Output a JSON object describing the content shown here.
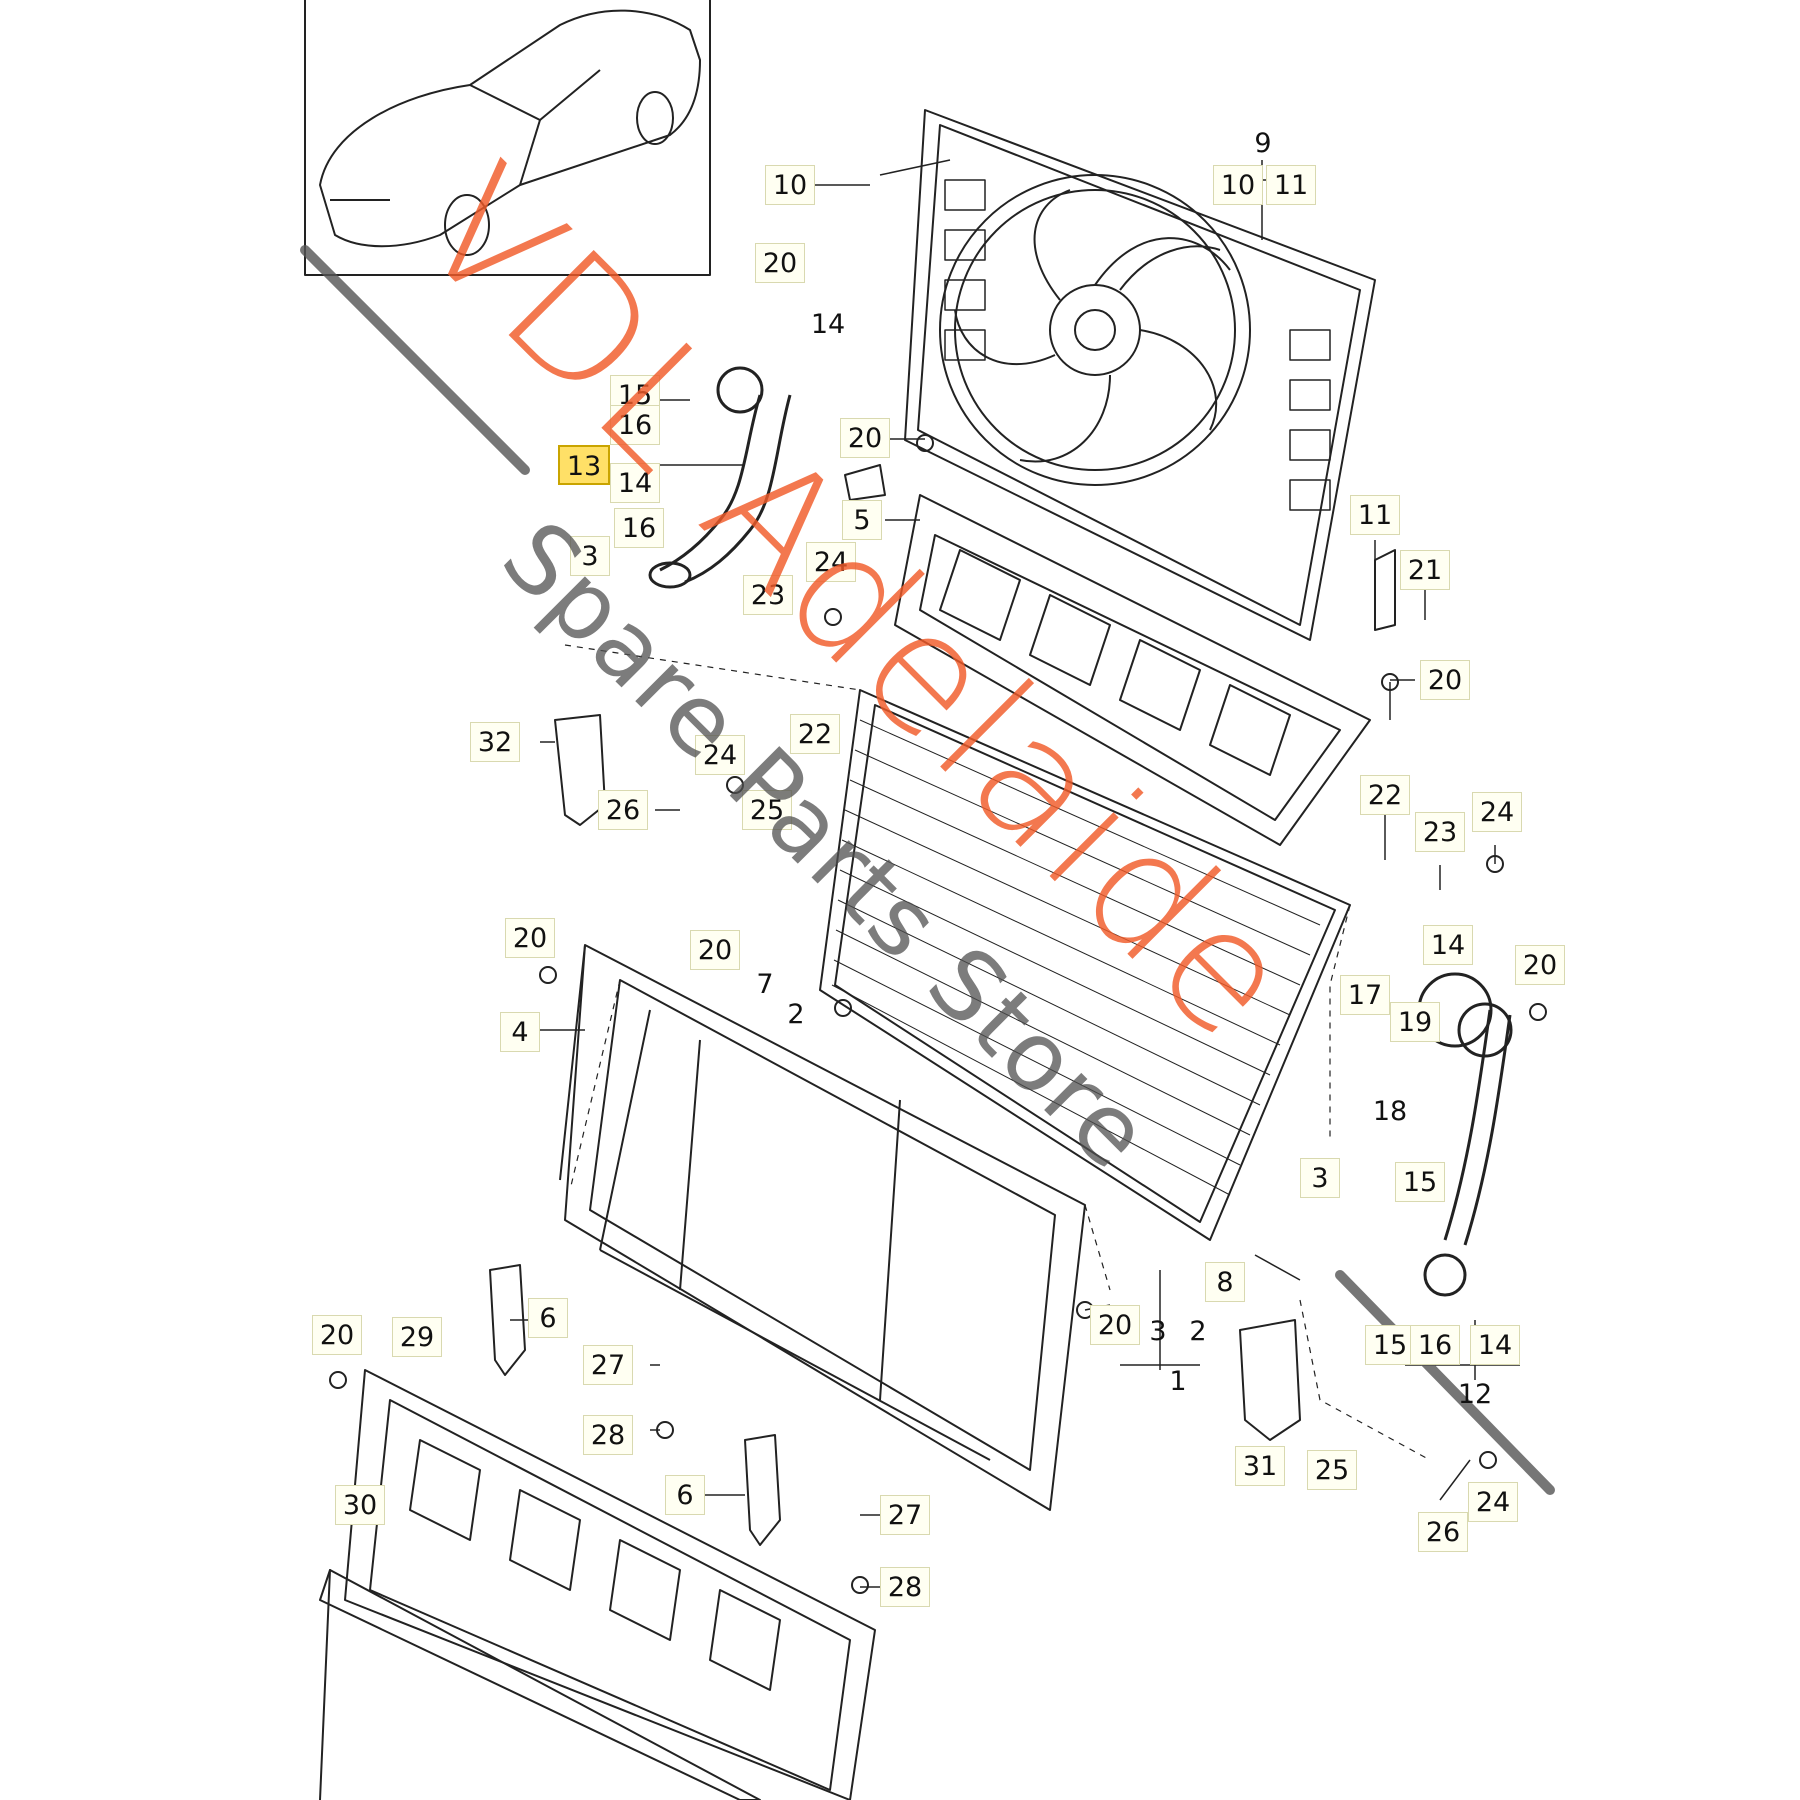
{
  "callouts": [
    "1",
    "2",
    "3",
    "4",
    "5",
    "6",
    "7",
    "8",
    "9",
    "10",
    "11",
    "12",
    "13",
    "14",
    "15",
    "16",
    "17",
    "18",
    "19",
    "20",
    "21",
    "22",
    "23",
    "24",
    "25",
    "26",
    "27",
    "28",
    "29",
    "30",
    "31",
    "32"
  ],
  "highlighted_part": "13",
  "watermark": {
    "main": "VDL Adelaide",
    "sub": "Spare Parts Store"
  },
  "colors": {
    "watermark": "#f05a28",
    "highlight": "#ffe067",
    "line": "#222222"
  }
}
